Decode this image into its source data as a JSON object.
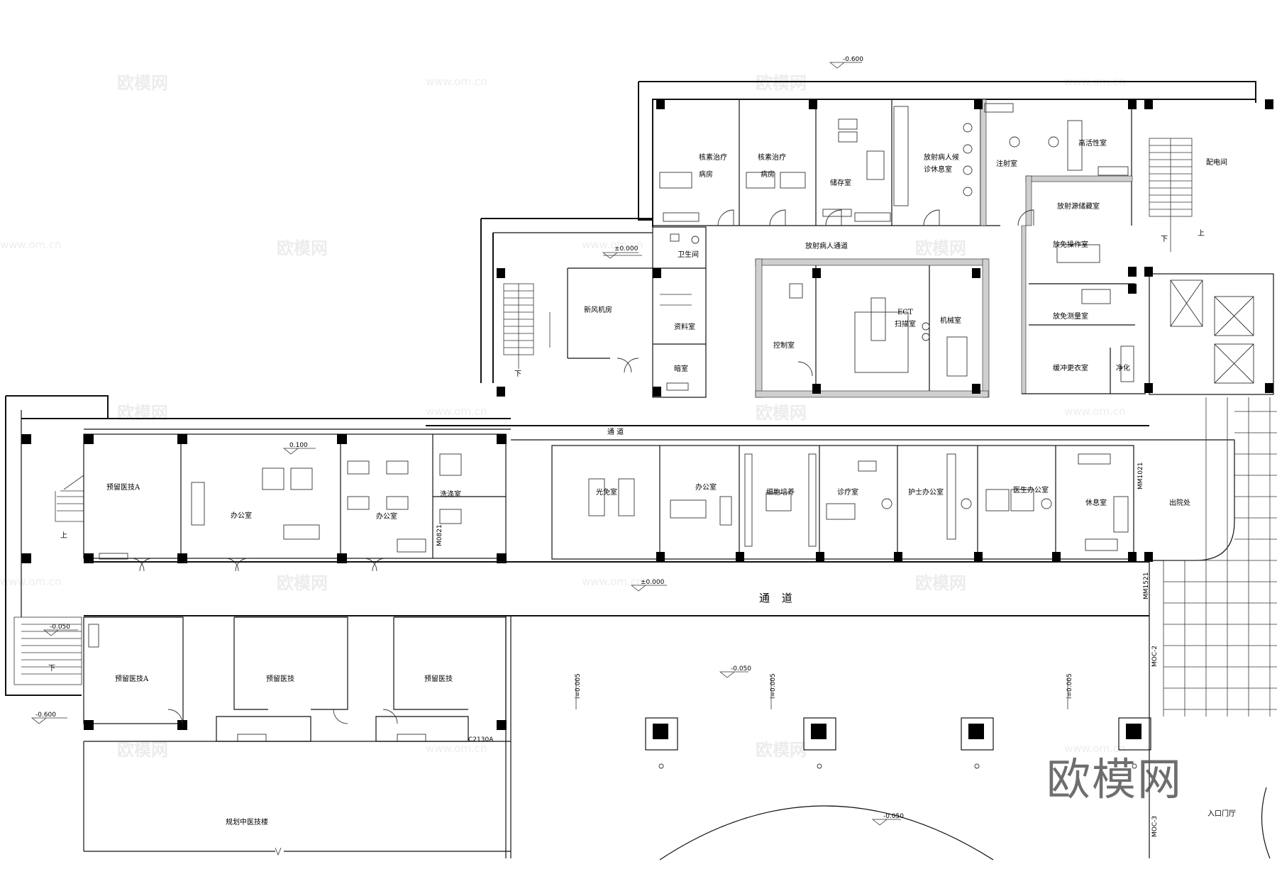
{
  "rooms": {
    "reserved_a_top": "预留医技A",
    "reserved_a_bottom": "预留医技A",
    "reserved_1": "预留医技",
    "reserved_2": "预留医技",
    "office_1": "办公室",
    "office_2": "办公室",
    "office_3": "办公室",
    "washroom": "洗涤室",
    "photo_room": "光免室",
    "cell_culture": "细胞培养",
    "clinic": "诊疗室",
    "nurse_office": "护士办公室",
    "doctor_office": "医生办公室",
    "lounge": "休息室",
    "discharge": "出院处",
    "ventilation": "新风机房",
    "toilet": "卫生间",
    "archive": "资料室",
    "darkroom": "暗室",
    "control_room": "控制室",
    "ect_scan": "ECT\n扫描室",
    "machine_room": "机械室",
    "nuclide_ward_1": "核素治疗\n病房",
    "nuclide_ward_2": "核素治疗\n病房",
    "storage": "储存室",
    "patient_waiting": "放射病人候\n诊休息室",
    "injection": "注射室",
    "hot_lab": "高活性室",
    "radio_storage": "放射源储藏室",
    "immuno_op": "放免操作室",
    "immuno_measure": "放免测量室",
    "buffer_change": "缓冲更衣室",
    "clean": "净化",
    "power_room": "配电间",
    "entrance_hall": "入口门厅",
    "planned_building": "规划中医技楼"
  },
  "corridors": {
    "main": "通  道",
    "upper": "通  道",
    "radio_patient": "放射病人通道"
  },
  "stairs": {
    "up": "上",
    "down": "下"
  },
  "elevations": {
    "top": "-0.600",
    "stair_hall": "±0.000",
    "office_level": "0.100",
    "corridor": "±0.000",
    "plaza_1": "-0.050",
    "plaza_2": "-0.050",
    "left_stair": "-0.050",
    "left_outer": "-0.600",
    "slope_1": "i=0.005",
    "slope_2": "i=0.005",
    "slope_3": "i=0.005"
  },
  "door_codes": {
    "m0821": "M0821",
    "mm1021": "MM1021",
    "mm1521": "MM1521",
    "moc2": "MOC-2",
    "moc3": "MOC-3",
    "c2130a": "C2130A"
  },
  "watermark": {
    "logo": "欧模网",
    "url": "www.om.cn",
    "big_logo": "欧模网"
  }
}
